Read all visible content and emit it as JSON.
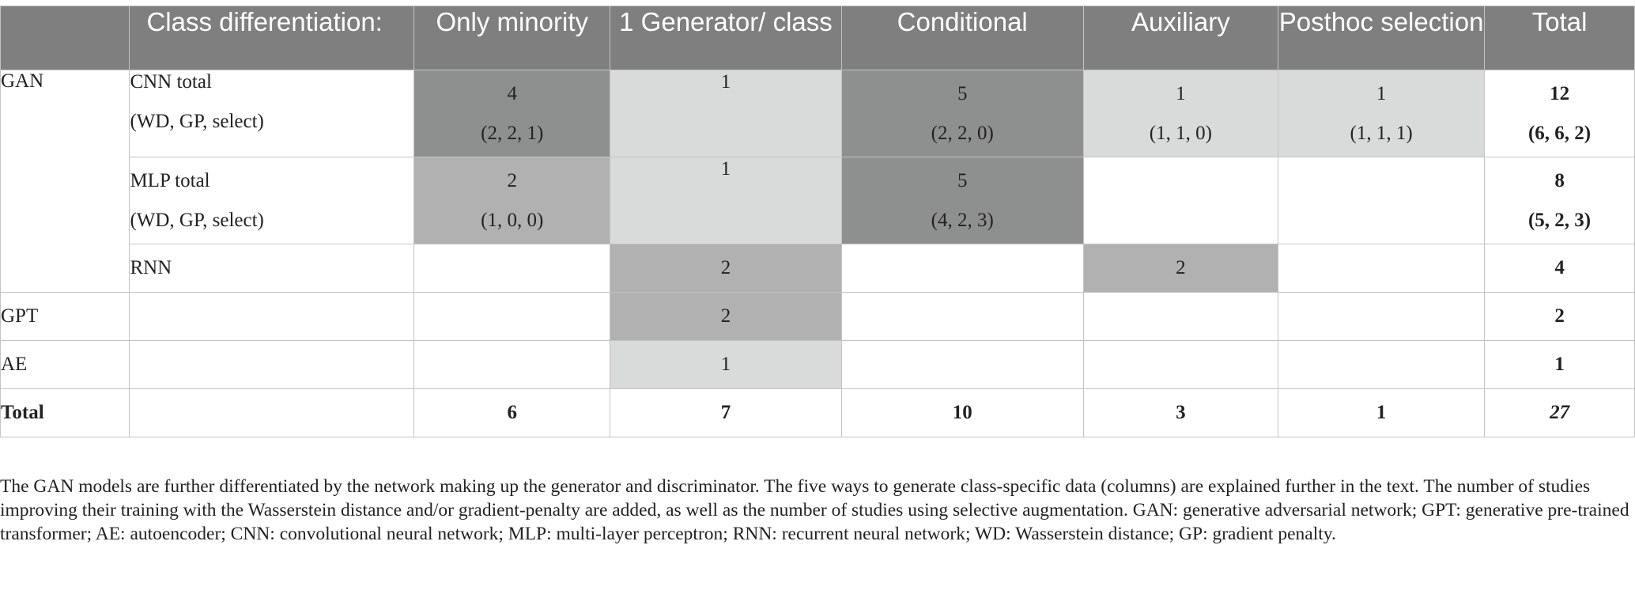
{
  "header": {
    "corner": "",
    "class_diff": "Class differentiation:",
    "only_minority": "Only minority",
    "gen_per_class": "1 Generator/ class",
    "conditional": "Conditional",
    "auxiliary": "Auxiliary",
    "posthoc": "Posthoc selection",
    "total": "Total"
  },
  "rows": {
    "gan": {
      "model": "GAN",
      "cnn": {
        "label1": "CNN total",
        "label2": "(WD, GP, select)",
        "only_minority": [
          "4",
          "(2, 2, 1)"
        ],
        "gen_per_class": "1",
        "conditional": [
          "5",
          "(2, 2, 0)"
        ],
        "auxiliary": [
          "1",
          "(1, 1, 0)"
        ],
        "posthoc": [
          "1",
          "(1, 1, 1)"
        ],
        "total": [
          "12",
          "(6, 6, 2)"
        ]
      },
      "mlp": {
        "label1": "MLP total",
        "label2": "(WD, GP, select)",
        "only_minority": [
          "2",
          "(1, 0, 0)"
        ],
        "gen_per_class": "1",
        "conditional": [
          "5",
          "(4, 2, 3)"
        ],
        "total": [
          "8",
          "(5, 2, 3)"
        ]
      },
      "rnn": {
        "label": "RNN",
        "gen_per_class": "2",
        "auxiliary": "2",
        "total": "4"
      }
    },
    "gpt": {
      "model": "GPT",
      "gen_per_class": "2",
      "total": "2"
    },
    "ae": {
      "model": "AE",
      "gen_per_class": "1",
      "total": "1"
    },
    "total": {
      "label": "Total",
      "only_minority": "6",
      "gen_per_class": "7",
      "conditional": "10",
      "auxiliary": "3",
      "posthoc": "1",
      "total": "27"
    }
  },
  "caption": "The GAN models are further differentiated by the network making up the generator and discriminator. The five ways to generate class-specific data (columns) are explained further in the text. The number of studies improving their training with the Wasserstein distance and/or gradient-penalty are added, as well as the number of studies using selective augmentation. GAN: generative adversarial network; GPT: generative pre-trained transformer; AE: autoencoder; CNN: convolutional neural network; MLP: multi-layer perceptron; RNN: recurrent neural network; WD: Wasserstein distance; GP: gradient penalty.",
  "colors": {
    "header_bg": "#7f7f7f",
    "cell_dark": "#8e8f8f",
    "cell_mid": "#b1b1b1",
    "cell_light": "#d9dada"
  }
}
